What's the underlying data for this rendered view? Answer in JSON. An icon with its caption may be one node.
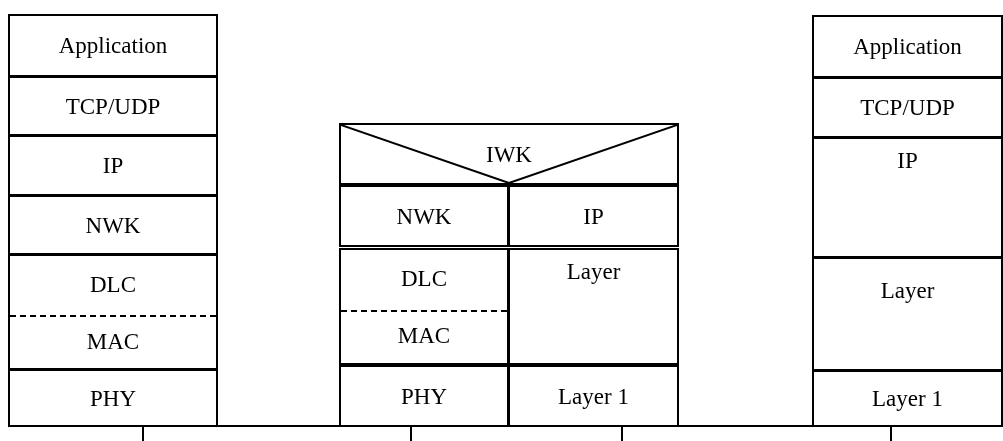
{
  "diagram": {
    "nodes": [
      {
        "text": [
          "Application"
        ]
      },
      {
        "text": [
          "TCP/UDP"
        ]
      },
      {
        "text": [
          "IP"
        ]
      },
      {
        "text": [
          "NWK"
        ]
      },
      {
        "text": [
          "DLC",
          "MAC"
        ]
      },
      {
        "text": [
          "PHY"
        ]
      },
      {
        "text": [
          "IWK"
        ]
      },
      {
        "text": [
          "NWK"
        ]
      },
      {
        "text": [
          "IP"
        ]
      },
      {
        "text": [
          "DLC",
          "MAC"
        ]
      },
      {
        "text": [
          "Layer"
        ]
      },
      {
        "text": [
          "PHY"
        ]
      },
      {
        "text": [
          "Layer 1"
        ]
      },
      {
        "text": [
          "Application"
        ]
      },
      {
        "text": [
          "TCP/UDP"
        ]
      },
      {
        "text": [
          "IP"
        ]
      },
      {
        "text": [
          "Layer"
        ]
      },
      {
        "text": [
          "Layer 1"
        ]
      }
    ]
  }
}
